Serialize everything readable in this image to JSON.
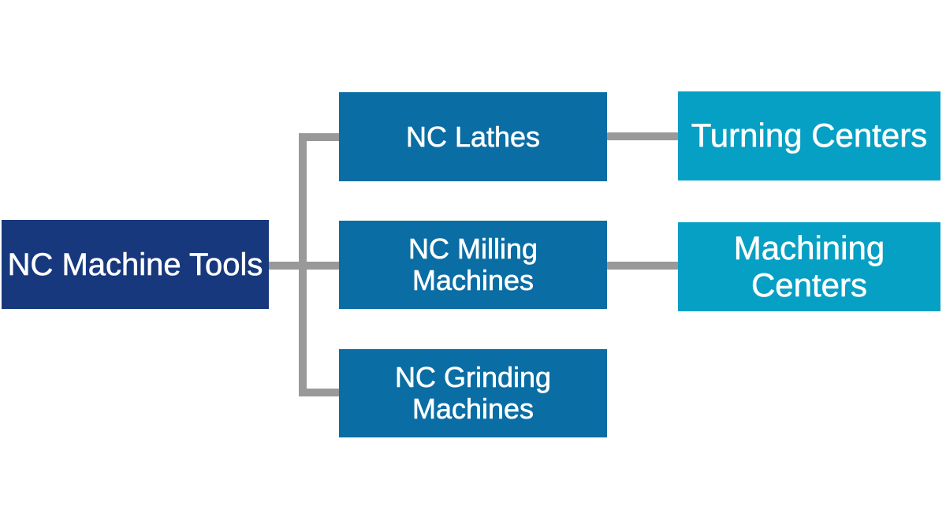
{
  "diagram": {
    "root": {
      "label": "NC Machine Tools"
    },
    "children": [
      {
        "label": "NC Lathes"
      },
      {
        "label": "NC Milling\nMachines"
      },
      {
        "label": "NC Grinding\nMachines"
      }
    ],
    "grandchildren": [
      {
        "label": "Turning Centers"
      },
      {
        "label": "Machining Centers"
      }
    ],
    "colors": {
      "root_box": "#17387D",
      "child_box": "#0A6DA4",
      "grandchild_box": "#05A0C4",
      "connector": "#999999",
      "label_text": "#FFFFFF",
      "background": "#FFFFFF"
    }
  }
}
